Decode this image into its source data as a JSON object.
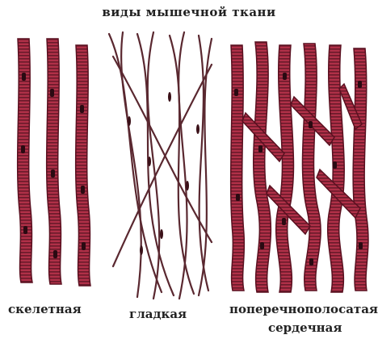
{
  "title": "виды мышечной ткани",
  "labels": {
    "skeletal": "скелетная",
    "smooth": "гладкая",
    "cardiac_line1": "поперечнополосатая",
    "cardiac_line2": "сердечная"
  },
  "colors": {
    "fiber_fill": "#b03048",
    "fiber_edge": "#5a1020",
    "stripe": "#6a1a2a",
    "nucleus": "#2a0a12",
    "smooth_fiber": "#5a2830",
    "background": "#ffffff"
  }
}
